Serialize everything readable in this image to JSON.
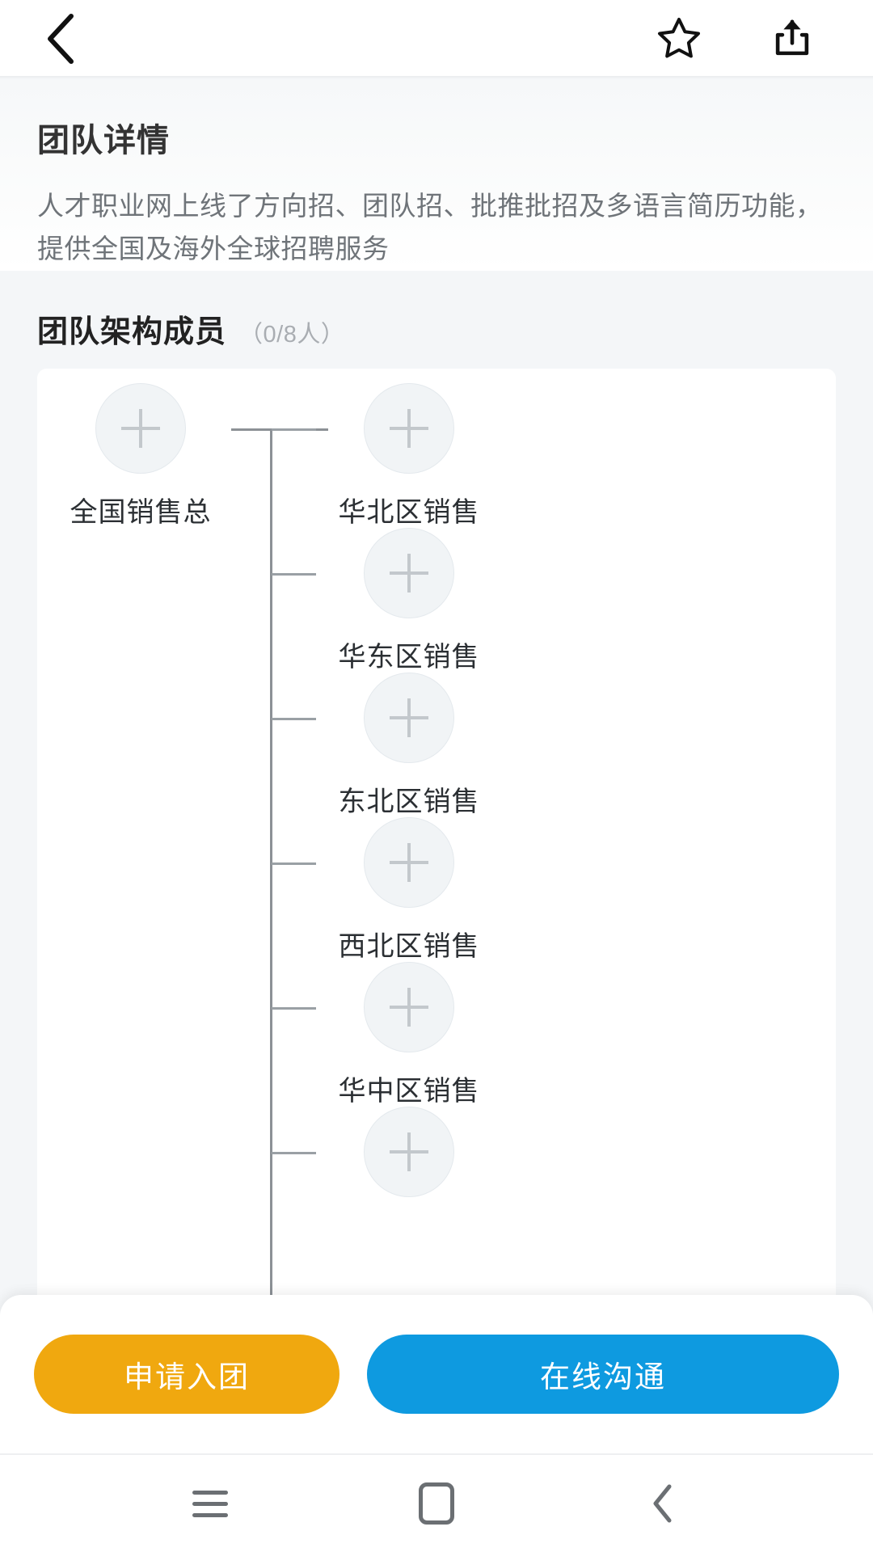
{
  "appbar": {
    "back_icon": "chevron-left-icon",
    "favorite_icon": "star-outline-icon",
    "share_icon": "share-upload-icon"
  },
  "detail": {
    "title": "团队详情",
    "description": "人才职业网上线了方向招、团队招、批推批招及多语言简历功能，提供全国及海外全球招聘服务"
  },
  "members_section": {
    "title": "团队架构成员",
    "count_label": "（0/8人）"
  },
  "org_chart": {
    "add_icon": "plus-icon",
    "root": {
      "label": "全国销售总"
    },
    "children": [
      {
        "label": "华北区销售"
      },
      {
        "label": "华东区销售"
      },
      {
        "label": "东北区销售"
      },
      {
        "label": "西北区销售"
      },
      {
        "label": "华中区销售"
      },
      {
        "label": ""
      }
    ]
  },
  "actions": {
    "apply_label": "申请入团",
    "chat_label": "在线沟通",
    "apply_color": "#f0a80f",
    "chat_color": "#0e9ae0"
  },
  "navbar": {
    "menu_icon": "menu-icon",
    "home_icon": "home-square-icon",
    "back_icon": "chevron-left-icon"
  }
}
